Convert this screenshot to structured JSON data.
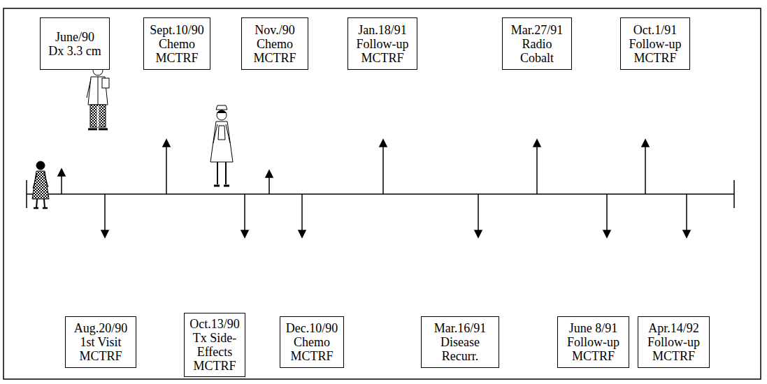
{
  "diagram": {
    "nodes": [
      {
        "text": [
          "June/90",
          "Dx 3.3 cm"
        ]
      },
      {
        "text": [
          "Sept.10/90",
          "Chemo",
          "MCTRF"
        ]
      },
      {
        "text": [
          "Nov./90",
          "Chemo",
          "MCTRF"
        ]
      },
      {
        "text": [
          "Jan.18/91",
          "Follow-up",
          "MCTRF"
        ]
      },
      {
        "text": [
          "Mar.27/91",
          "Radio",
          "Cobalt"
        ]
      },
      {
        "text": [
          "Oct.1/91",
          "Follow-up",
          "MCTRF"
        ]
      },
      {
        "text": [
          "Aug.20/90",
          "1st Visit",
          "MCTRF"
        ]
      },
      {
        "text": [
          "Oct.13/90",
          "Tx Side-Effects",
          "MCTRF"
        ]
      },
      {
        "text": [
          "Dec.10/90",
          "Chemo",
          "MCTRF"
        ]
      },
      {
        "text": [
          "Mar.16/91",
          "Disease Recurr."
        ]
      },
      {
        "text": [
          "June 8/91",
          "Follow-up",
          "MCTRF"
        ]
      },
      {
        "text": [
          "Apr.14/92",
          "Follow-up",
          "MCTRF"
        ]
      }
    ]
  }
}
